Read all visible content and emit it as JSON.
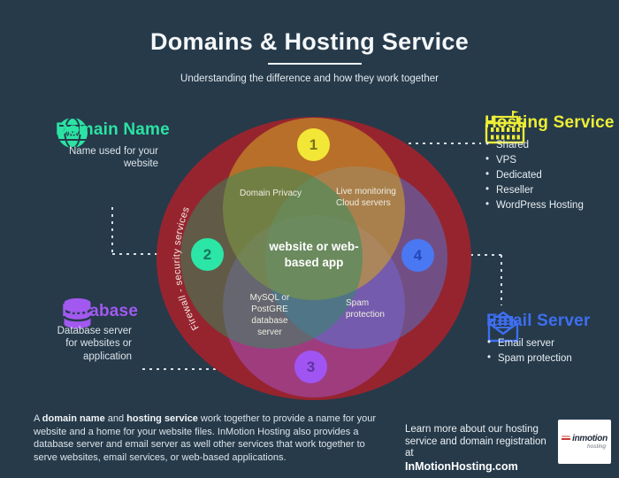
{
  "colors": {
    "background": "#263A4A",
    "firewall_ring_red": "#96242E",
    "domain_green": "#2BE3A3",
    "hosting_yellow": "#EDEE35",
    "database_purple": "#A259F0",
    "email_blue": "#3E6EF0",
    "badge_yellow": "#F2E636"
  },
  "header": {
    "title": "Domains & Hosting Service",
    "subtitle": "Understanding the difference and how they work together"
  },
  "domain": {
    "heading": "Domain Name",
    "description": "Name used for your website"
  },
  "hosting": {
    "heading": "Hosting Service",
    "items": [
      "Shared",
      "VPS",
      "Dedicated",
      "Reseller",
      "WordPress Hosting"
    ]
  },
  "database": {
    "heading": "Database",
    "description": "Database server for websites or application"
  },
  "email": {
    "heading": "Email Server",
    "items": [
      "Email server",
      "Spam protection"
    ]
  },
  "venn": {
    "ring_label": "Firewall - security services",
    "center_label": "website or web-based app",
    "overlap_top_left": "Domain Privacy",
    "overlap_top_right": "Live monitoring Cloud servers",
    "overlap_bottom_left": "MySQL or PostGRE database server",
    "overlap_bottom_right": "Spam protection",
    "badge1": "1",
    "badge2": "2",
    "badge3": "3",
    "badge4": "4"
  },
  "footer": {
    "para_1": "A ",
    "para_bold_1": "domain name",
    "para_2": " and ",
    "para_bold_2": "hosting service",
    "para_3": " work together to provide a name for your website and a home for your website files. InMotion Hosting also provides a database server and email server as well other services that work together to serve websites, email services, or web-based applications.",
    "learn_more": "Learn more about our hosting service and domain registration at",
    "learn_more_link": "InMotionHosting.com",
    "logo_text": "inmotion",
    "logo_sub": "hosting"
  }
}
